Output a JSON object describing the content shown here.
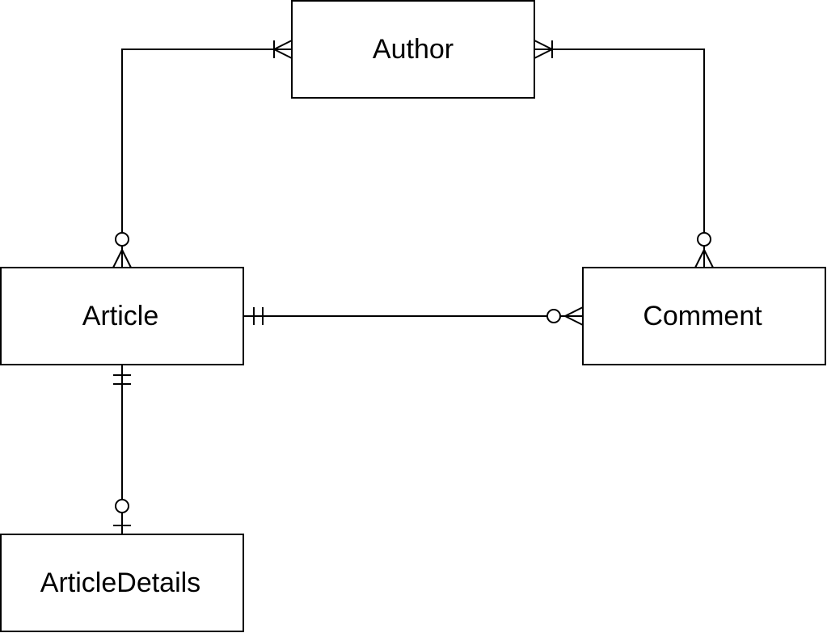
{
  "entities": {
    "author": {
      "label": "Author"
    },
    "article": {
      "label": "Article"
    },
    "comment": {
      "label": "Comment"
    },
    "article_details": {
      "label": "ArticleDetails"
    }
  },
  "relationships": [
    {
      "from": "Author",
      "to": "Article",
      "from_cardinality": "one-or-many",
      "to_cardinality": "zero-or-many"
    },
    {
      "from": "Author",
      "to": "Comment",
      "from_cardinality": "one-or-many",
      "to_cardinality": "zero-or-many"
    },
    {
      "from": "Article",
      "to": "Comment",
      "from_cardinality": "exactly-one",
      "to_cardinality": "zero-or-many"
    },
    {
      "from": "Article",
      "to": "ArticleDetails",
      "from_cardinality": "exactly-one",
      "to_cardinality": "zero-or-one"
    }
  ],
  "colors": {
    "stroke": "#000000",
    "fill": "#ffffff"
  }
}
